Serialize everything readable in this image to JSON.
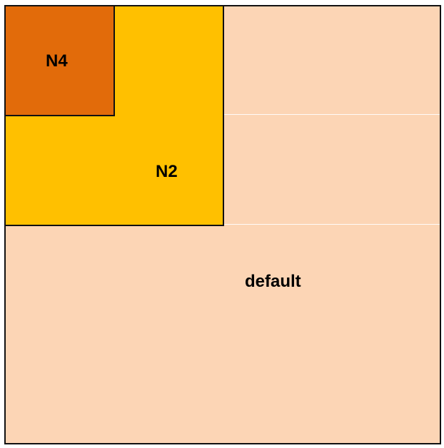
{
  "regions": {
    "default": {
      "label": "default",
      "color": "#fcd5b5"
    },
    "n2": {
      "label": "N2",
      "color": "#ffc000"
    },
    "n4": {
      "label": "N4",
      "color": "#e26b0a"
    }
  },
  "border_color": "#111111"
}
